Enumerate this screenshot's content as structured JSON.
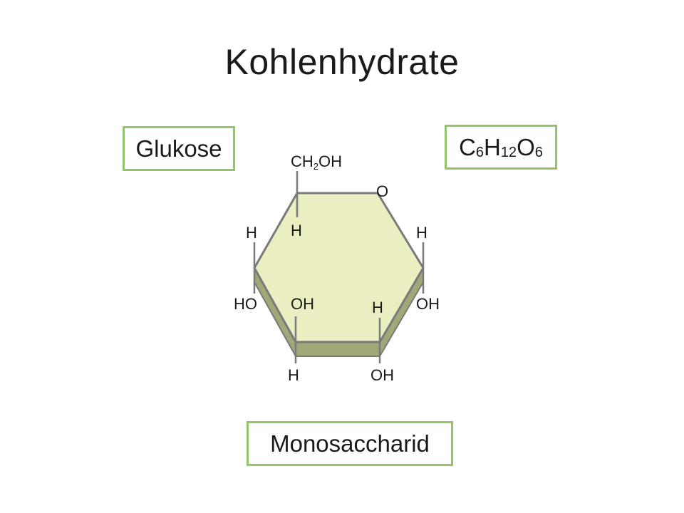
{
  "slide": {
    "title": "Kohlenhydrate"
  },
  "labels": {
    "sugar_name": "Glukose",
    "classification": "Monosaccharid",
    "formula": {
      "c": "C",
      "c_count": "6",
      "h": "H",
      "h_count": "12",
      "o": "O",
      "o_count": "6"
    }
  },
  "molecule": {
    "ring_oxygen": "O",
    "c6_group": {
      "c": "CH",
      "sub": "2",
      "oh": "OH"
    },
    "c5_h": "H",
    "c4_h": "H",
    "c4_oh": "HO",
    "c3_oh": "OH",
    "c3_h": "H",
    "c2_h": "H",
    "c2_oh": "OH",
    "c1_h": "H",
    "c1_oh": "OH"
  },
  "colors": {
    "box_border": "#92c46a",
    "ring_face": "#eaeec0",
    "ring_side": "#a0a878",
    "ring_edge": "#7a7a7a"
  }
}
